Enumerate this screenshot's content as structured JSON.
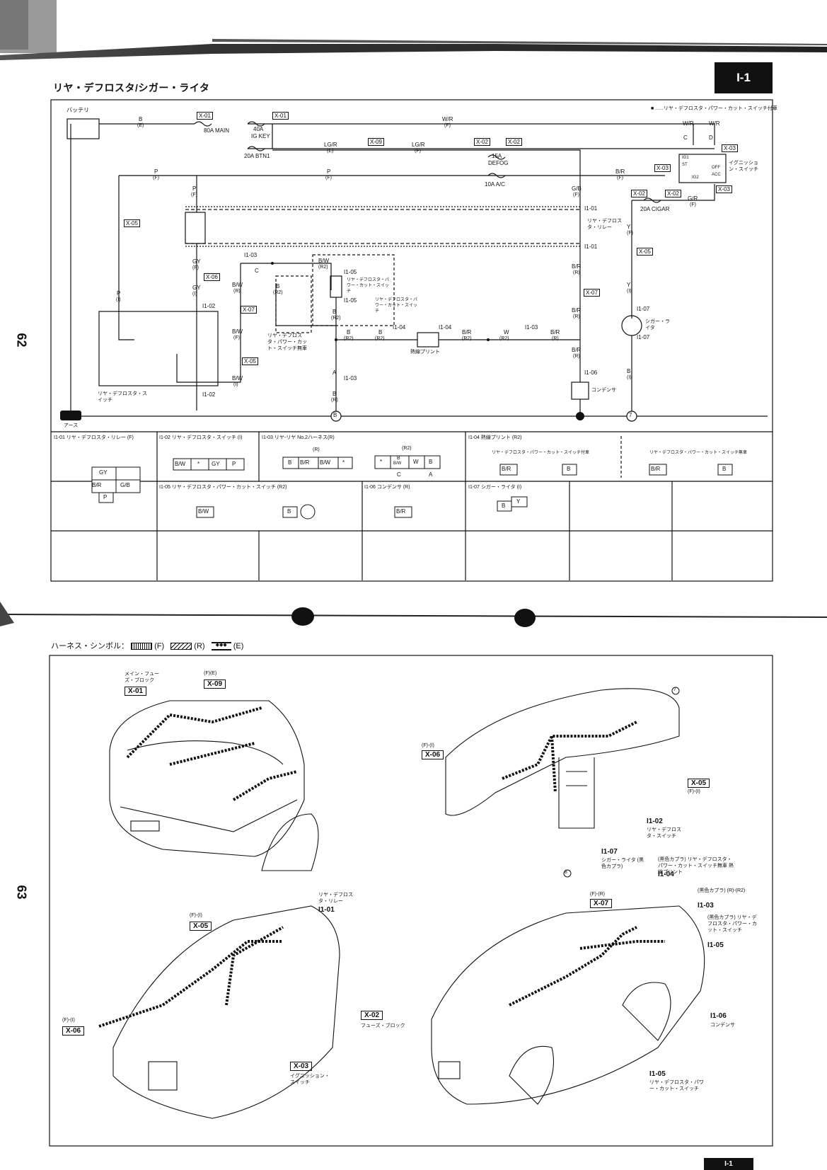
{
  "page": {
    "title": "リヤ・デフロスタ/シガー・ライタ",
    "page_code": "I-1",
    "page_number_upper": "62",
    "page_number_lower": "63",
    "footnote": "■ ......リヤ・デフロスタ・パワー・カット・スイッチ付車",
    "bottom_code": "I-1"
  },
  "schematic": {
    "battery_label": "バッテリ",
    "ground_label": "アース",
    "fuses": {
      "main": "80A MAIN",
      "ig_key_a": "40A",
      "ig_key_b": "IG KEY",
      "btn": "20A BTN1",
      "defog_a": "15A",
      "defog_b": "DEFOG",
      "ac": "10A A/C",
      "cigar": "20A CIGAR"
    },
    "connectors": {
      "x01": "X-01",
      "x02": "X-02",
      "x03": "X-03",
      "x05": "X-05",
      "x06": "X-06",
      "x07": "X-07",
      "x09": "X-09",
      "i101": "I1-01",
      "i102": "I1-02",
      "i103": "I1-03",
      "i104": "I1-04",
      "i105": "I1-05",
      "i106": "I1-06",
      "i107": "I1-07"
    },
    "wires": {
      "b_e": "B",
      "b_e_sub": "(E)",
      "wr": "W/R",
      "wr_sub": "(F)",
      "lgr": "LG/R",
      "lgr_sub_e": "(E)",
      "lgr_sub_f": "(F)",
      "p": "P",
      "p_sub": "(F)",
      "br": "B/R",
      "br_sub": "(F)",
      "gb": "G/B",
      "gb_sub": "(F)",
      "gr": "G/R",
      "gr_sub": "(F)",
      "gy": "GY",
      "gy_sub_f": "(F)",
      "gy_sub_i": "(I)",
      "bw": "B/W",
      "bw_sub_r2": "(R2)",
      "bw_sub_r": "(R)",
      "bw_sub_f": "(F)",
      "bw_sub_i": "(I)",
      "b": "B",
      "b_sub_r2": "(R2)",
      "b_sub_r": "(R)",
      "b_sub_i": "(I)",
      "w": "W",
      "w_sub": "(R2)",
      "y": "Y",
      "y_sub_f": "(F)",
      "y_sub_i": "(I)",
      "p_i": "(I)",
      "a": "A",
      "c": "C",
      "d": "D"
    },
    "components": {
      "ig_switch": "イグニッション・スイッチ",
      "ig1": "IG1",
      "ig2": "IG2",
      "st": "ST",
      "off": "OFF",
      "acc": "ACC",
      "defrost_relay": "リヤ・デフロスタ・リレー",
      "defrost_switch": "リヤ・デフロスタ・スイッチ",
      "power_cut_switch": "リヤ・デフロスタ・パワー・カット・スイッチ",
      "power_cut_switch_2": "リヤ・デフロスタ・パワー・カット・スイッチ",
      "no_switch": "リヤ・デフロスタ・パワー・カット・スイッチ無車",
      "heat_print": "熱線プリント",
      "condenser": "コンデンサ",
      "cigar": "シガー・ライタ",
      "node_b": "B",
      "node_7": "7"
    }
  },
  "connector_table": {
    "cells": [
      {
        "id": "I1-01",
        "label": "I1-01  リヤ・デフロスタ・リレー (F)",
        "pins": [
          "GY",
          "B/R",
          "G/B",
          "P"
        ]
      },
      {
        "id": "I1-02",
        "label": "I1-02  リヤ・デフロスタ・スイッチ (I)",
        "pins": [
          "B/W",
          "*",
          "GY",
          "P"
        ]
      },
      {
        "id": "I1-03",
        "label": "I1-03  リヤ-リヤ No.2ハーネス(R)",
        "pins": [
          "B",
          "B/R",
          "B/W",
          "*"
        ],
        "pins2": [
          "*",
          "B",
          "B/W",
          "W",
          "B"
        ],
        "tag1": "(R)",
        "tag2": "(R2)",
        "c": "C",
        "a": "A"
      },
      {
        "id": "I1-04",
        "label": "I1-04  熱線プリント (R2)",
        "sub1": "リヤ・デフロスタ・パワー・カット・スイッチ付車",
        "sub2": "リヤ・デフロスタ・パワー・カット・スイッチ無車",
        "pins": [
          "B/R",
          "B",
          "B/R",
          "B"
        ]
      },
      {
        "id": "I1-05",
        "label": "I1-05  リヤ・デフロスタ・パワー・カット・スイッチ (R2)",
        "pins": [
          "B/W",
          "B"
        ]
      },
      {
        "id": "I1-06",
        "label": "I1-06  コンデンサ (R)",
        "pins": [
          "B/R"
        ]
      },
      {
        "id": "I1-07",
        "label": "I1-07  シガー・ライタ (I)",
        "pins": [
          "Y",
          "B"
        ]
      }
    ]
  },
  "harness": {
    "legend_label": "ハーネス・シンボル：",
    "legend_f": "(F)",
    "legend_r": "(R)",
    "legend_e": "(E)",
    "callouts": {
      "main_fuse": "メイン・フューズ・ブロック",
      "x01": "X-01",
      "fe": "(F)(E)",
      "x09": "X-09",
      "fi": "(F)-(I)",
      "x06a": "X-06",
      "node7": "7",
      "x05a": "X-05",
      "fi2": "(F)-(I)",
      "i102": "I1-02",
      "i102_desc": "リヤ・デフロスタ・スイッチ",
      "i107": "I1-07",
      "i107_desc": "シガー・ライタ (黒色カプラ)",
      "relay_desc": "リヤ・デフロスタ・リレー",
      "i101": "I1-01",
      "fi3": "(F)-(I)",
      "x05b": "X-05",
      "fi4": "(F)-(I)",
      "x06b": "X-06",
      "x02": "X-02",
      "x02_desc": "フューズ・ブロック",
      "x03": "X-03",
      "x03_desc": "イグニッション・スイッチ",
      "node8": "8",
      "fr": "(F)-(R)",
      "x07": "X-07",
      "i104_desc": "(黒色カプラ) リヤ・デフロスタ・パワー・カット・スイッチ無車 熱線プリント",
      "i104": "I1-04",
      "i103_desc": "(黒色カプラ) (R)-(R2)",
      "i103": "I1-03",
      "i105_desc": "(黒色カプラ) リヤ・デフロスタ・パワー・カット・スイッチ",
      "i105": "I1-05",
      "i106": "I1-06",
      "i106_desc": "コンデンサ",
      "i105b": "I1-05",
      "i105b_desc": "リヤ・デフロスタ・パワー・カット・スイッチ"
    }
  },
  "colors": {
    "ink": "#111111",
    "paper": "#ffffff",
    "badge": "#111111"
  }
}
